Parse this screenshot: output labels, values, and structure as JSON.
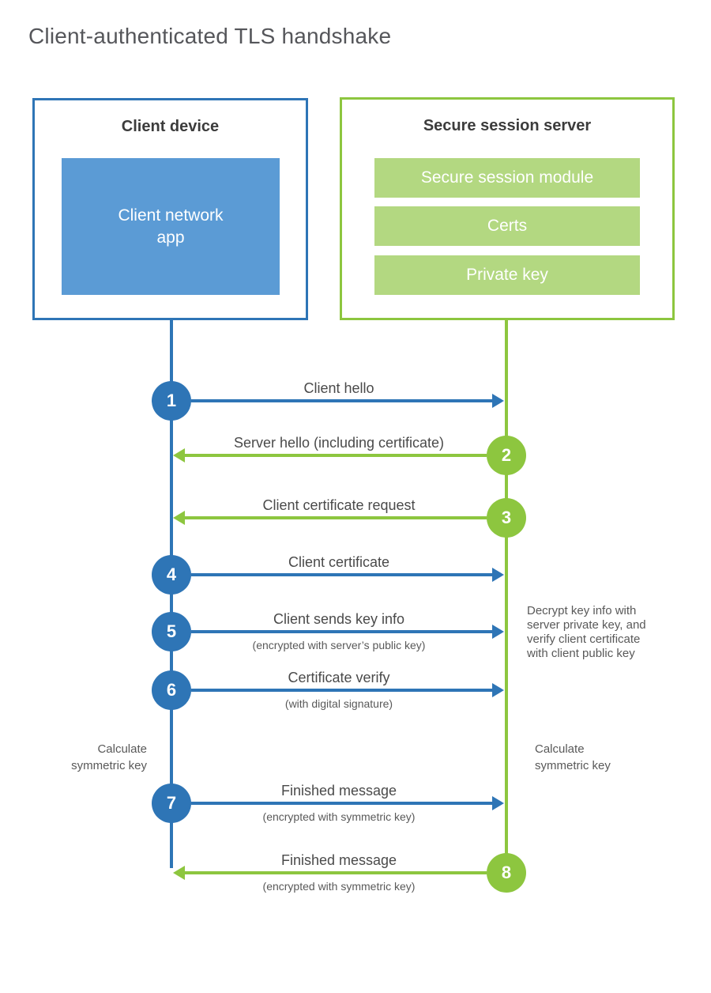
{
  "title": "Client-authenticated TLS handshake",
  "client_box": {
    "heading": "Client device",
    "app_line1": "Client network app"
  },
  "server_box": {
    "heading": "Secure session server",
    "modules": [
      "Secure session module",
      "Certs",
      "Private key"
    ]
  },
  "steps": [
    {
      "num": "1",
      "label": "Client hello",
      "from": "client",
      "to": "server"
    },
    {
      "num": "2",
      "label": "Server hello (including certificate)",
      "from": "server",
      "to": "client"
    },
    {
      "num": "3",
      "label": "Client certificate request",
      "from": "server",
      "to": "client"
    },
    {
      "num": "4",
      "label": "Client certificate",
      "from": "client",
      "to": "server"
    },
    {
      "num": "5",
      "label": "Client sends key info",
      "sub": "(encrypted with server’s public key)",
      "from": "client",
      "to": "server"
    },
    {
      "num": "6",
      "label": "Certificate verify",
      "sub": "(with digital signature)",
      "from": "client",
      "to": "server"
    },
    {
      "num": "7",
      "label": "Finished message",
      "sub": "(encrypted with symmetric key)",
      "from": "client",
      "to": "server"
    },
    {
      "num": "8",
      "label": "Finished message",
      "sub": "(encrypted with symmetric key)",
      "from": "server",
      "to": "client"
    }
  ],
  "notes": {
    "decrypt_lines": [
      "Decrypt key info with",
      "server private key, and",
      "verify client certificate",
      "with client public key"
    ],
    "calc_left_lines": [
      "Calculate",
      "symmetric key"
    ],
    "calc_right_lines": [
      "Calculate",
      "symmetric key"
    ]
  },
  "colors": {
    "blue_dark": "#2e75b6",
    "blue_light": "#5b9bd5",
    "green": "#8dc63f",
    "green_light": "#b3d881",
    "text_title": "#55565a",
    "text_heading": "#3c3c3c",
    "text_label": "#4a4a4a",
    "text_note": "#595959"
  }
}
